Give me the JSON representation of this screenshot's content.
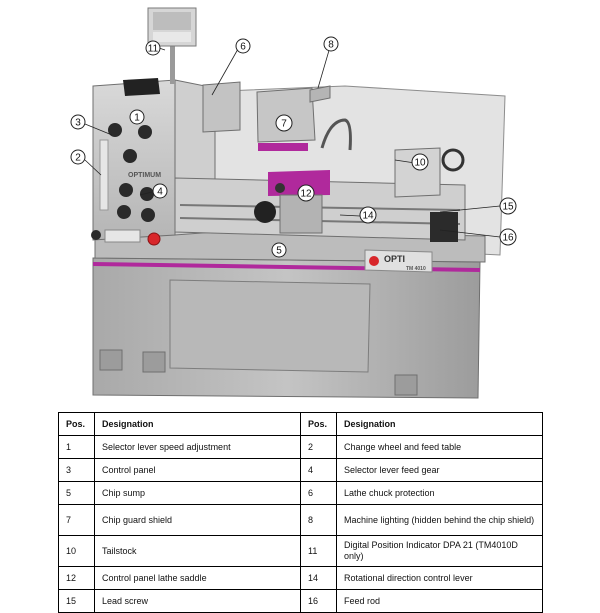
{
  "brand": {
    "headstock_logo": "OPTIMUM",
    "apron_logo": "OPTI",
    "apron_model": "TM 4010"
  },
  "callouts": [
    "1",
    "2",
    "3",
    "4",
    "5",
    "6",
    "7",
    "8",
    "10",
    "11",
    "12",
    "14",
    "15",
    "16"
  ],
  "table": {
    "headers": [
      "Pos.",
      "Designation",
      "Pos.",
      "Designation"
    ],
    "rows": [
      [
        "1",
        "Selector lever speed adjustment",
        "2",
        "Change wheel and feed table"
      ],
      [
        "3",
        "Control panel",
        "4",
        "Selector lever feed gear"
      ],
      [
        "5",
        "Chip sump",
        "6",
        "Lathe chuck protection"
      ],
      [
        "7",
        "Chip guard shield",
        "8",
        "Machine lighting (hidden behind the chip shield)"
      ],
      [
        "10",
        "Tailstock",
        "11",
        "Digital Position Indicator DPA 21 (TM4010D only)"
      ],
      [
        "12",
        "Control panel lathe saddle",
        "14",
        "Rotational direction control lever"
      ],
      [
        "15",
        "Lead screw",
        "16",
        "Feed rod"
      ]
    ]
  },
  "colors": {
    "machine_body": "#c9c9c9",
    "machine_dark": "#9a9a9a",
    "accent_stripe": "#b0299c",
    "emergency_stop": "#d8262a"
  }
}
